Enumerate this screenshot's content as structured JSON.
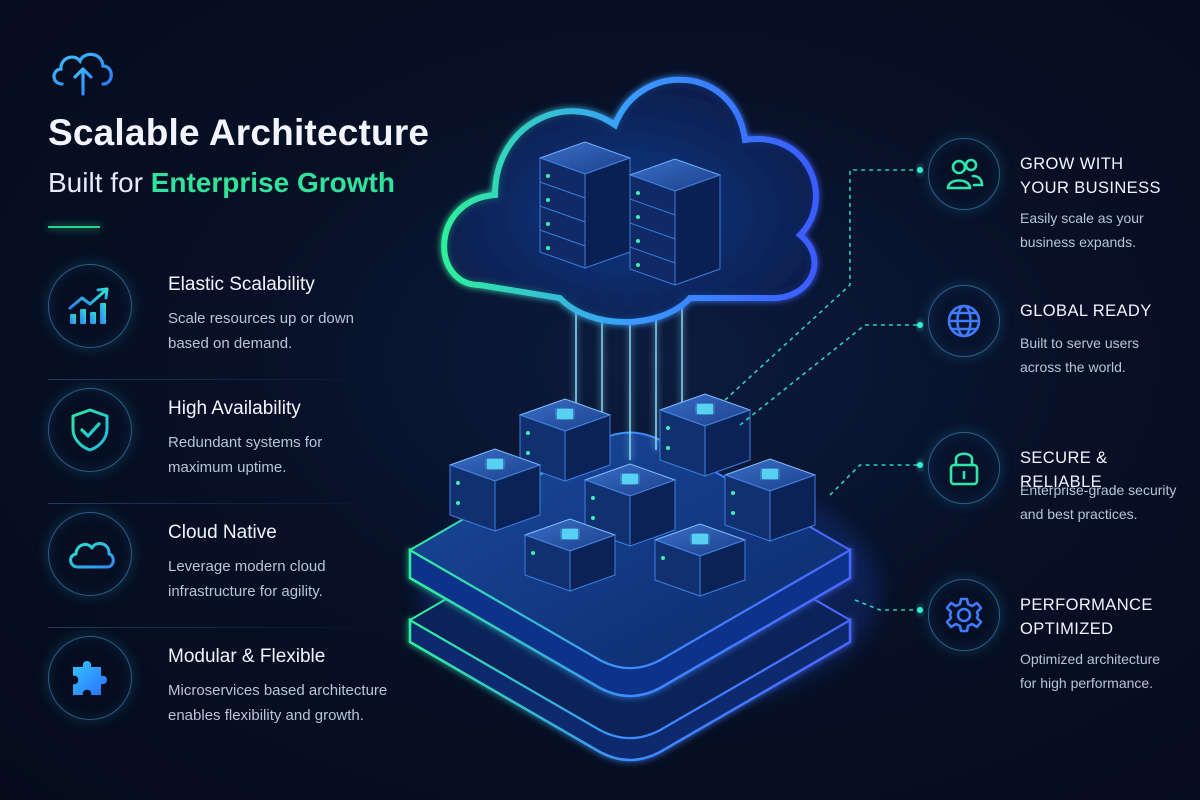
{
  "header": {
    "title": "Scalable Architecture",
    "subtitle_prefix": "Built for ",
    "subtitle_highlight": "Enterprise Growth",
    "logo_icon": "cloud-upload-icon"
  },
  "left_features": [
    {
      "title": "Elastic Scalability",
      "desc_1": "Scale resources up or down",
      "desc_2": "based on demand.",
      "icon": "growth-chart-icon"
    },
    {
      "title": "High Availability",
      "desc_1": "Redundant systems for",
      "desc_2": "maximum uptime.",
      "icon": "shield-check-icon"
    },
    {
      "title": "Cloud Native",
      "desc_1": "Leverage modern cloud",
      "desc_2": "infrastructure for agility.",
      "icon": "cloud-icon"
    },
    {
      "title": "Modular & Flexible",
      "desc_1": "Microservices based architecture",
      "desc_2": "enables flexibility and growth.",
      "icon": "puzzle-icon"
    }
  ],
  "right_features": [
    {
      "title_1": "GROW WITH",
      "title_2": "YOUR BUSINESS",
      "desc_1": "Easily scale as your",
      "desc_2": "business expands.",
      "icon": "users-icon"
    },
    {
      "title_1": "GLOBAL READY",
      "title_2": "",
      "desc_1": "Built to serve users",
      "desc_2": "across the world.",
      "icon": "globe-icon"
    },
    {
      "title_1": "SECURE & RELIABLE",
      "title_2": "",
      "desc_1": "Enterprise-grade security",
      "desc_2": "and best practices.",
      "icon": "lock-icon"
    },
    {
      "title_1": "PERFORMANCE",
      "title_2": "OPTIMIZED",
      "desc_1": "Optimized architecture",
      "desc_2": "for high performance.",
      "icon": "gear-icon"
    }
  ],
  "colors": {
    "accent_green": "#31e39a",
    "accent_blue": "#2f7bff",
    "accent_teal": "#2ee6c8",
    "background": "#050b1b"
  }
}
